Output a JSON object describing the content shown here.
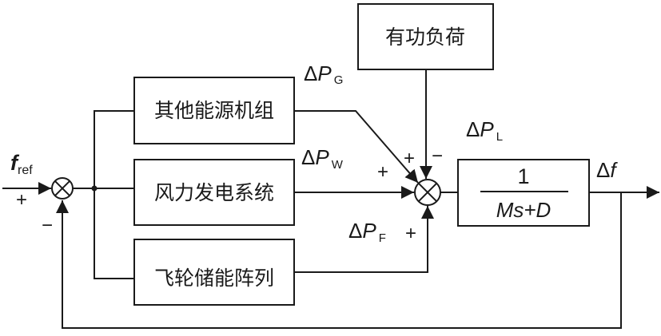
{
  "blocks": {
    "other_sources": "其他能源机组",
    "wind_system": "风力发电系统",
    "flywheel_array": "飞轮储能阵列",
    "active_load": "有功负荷",
    "transfer_function": {
      "numerator": "1",
      "denominator": "Ms+D"
    }
  },
  "signals": {
    "f_ref": {
      "main": "f",
      "sub": "ref"
    },
    "dP_G": {
      "delta": "Δ",
      "main": "P",
      "sub": "G"
    },
    "dP_W": {
      "delta": "Δ",
      "main": "P",
      "sub": "W"
    },
    "dP_F": {
      "delta": "Δ",
      "main": "P",
      "sub": "F"
    },
    "dP_L": {
      "delta": "Δ",
      "main": "P",
      "sub": "L"
    },
    "df": {
      "delta": "Δ",
      "main": "f"
    }
  },
  "signs": {
    "left_ref": "+",
    "left_feedback": "−",
    "right_G": "+",
    "right_L": "−",
    "right_W": "+",
    "right_F": "+"
  }
}
